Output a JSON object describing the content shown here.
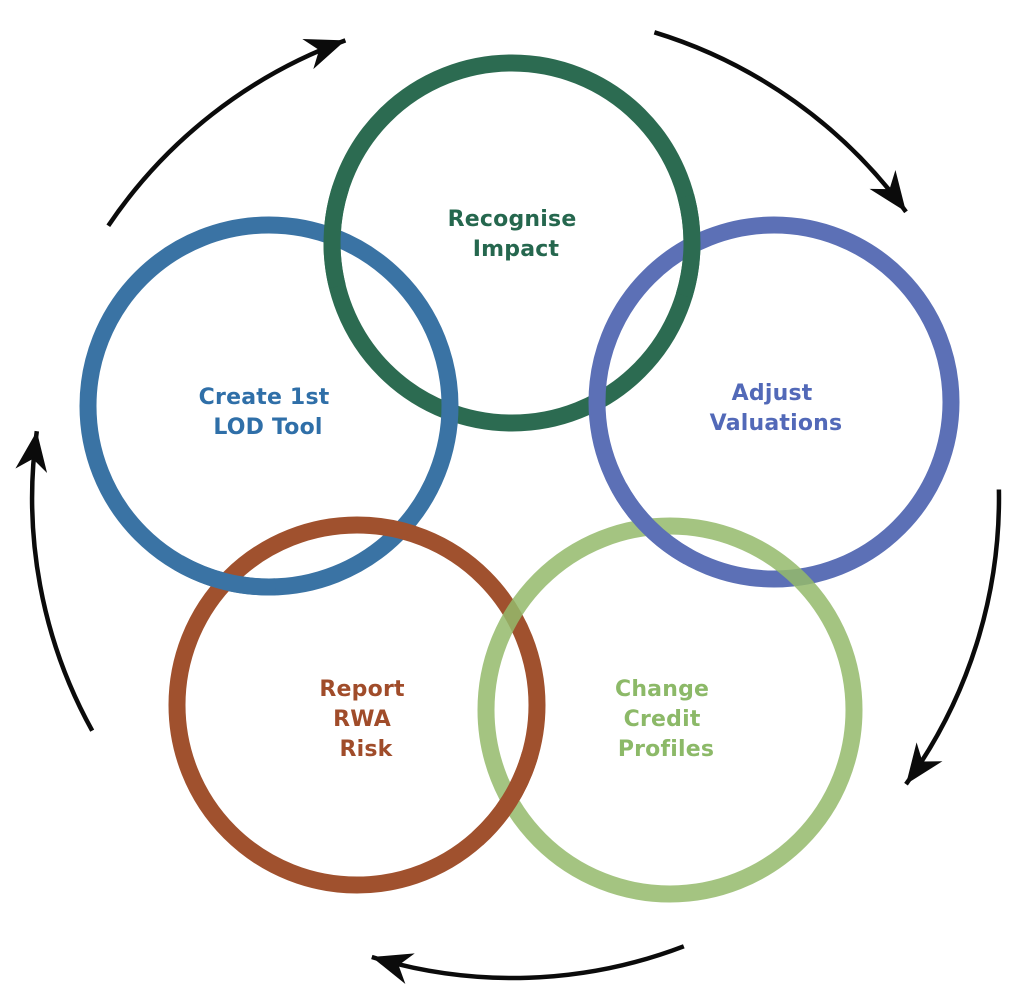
{
  "diagram": {
    "type": "cycle-diagram",
    "nodes": [
      {
        "id": "recognise-impact",
        "label": "Recognise Impact",
        "lines": [
          "Recognise",
          "Impact"
        ],
        "ring_color": "#2c6b51",
        "text_color": "#25674e"
      },
      {
        "id": "create-1st-lod-tool",
        "label": "Create 1st LOD Tool",
        "lines": [
          "Create 1st",
          "LOD Tool"
        ],
        "ring_color": "#3a73a4",
        "text_color": "#2f6fa8"
      },
      {
        "id": "adjust-valuations",
        "label": "Adjust Valuations",
        "lines": [
          "Adjust",
          "Valuations"
        ],
        "ring_color": "#5c70b6",
        "text_color": "#5269b8"
      },
      {
        "id": "report-rwa-risk",
        "label": "Report RWA Risk",
        "lines": [
          "Report",
          "RWA",
          "Risk"
        ],
        "ring_color": "#a0512e",
        "text_color": "#a04c2a"
      },
      {
        "id": "change-credit-profiles",
        "label": "Change Credit Profiles",
        "lines": [
          "Change",
          "Credit",
          "Profiles"
        ],
        "ring_color": "#94ba6b",
        "text_color": "#8cb968"
      }
    ],
    "arrows": {
      "color": "#0b0b0b",
      "direction": "clockwise",
      "positions": [
        "top-left",
        "top-right",
        "right",
        "bottom",
        "left"
      ]
    }
  }
}
